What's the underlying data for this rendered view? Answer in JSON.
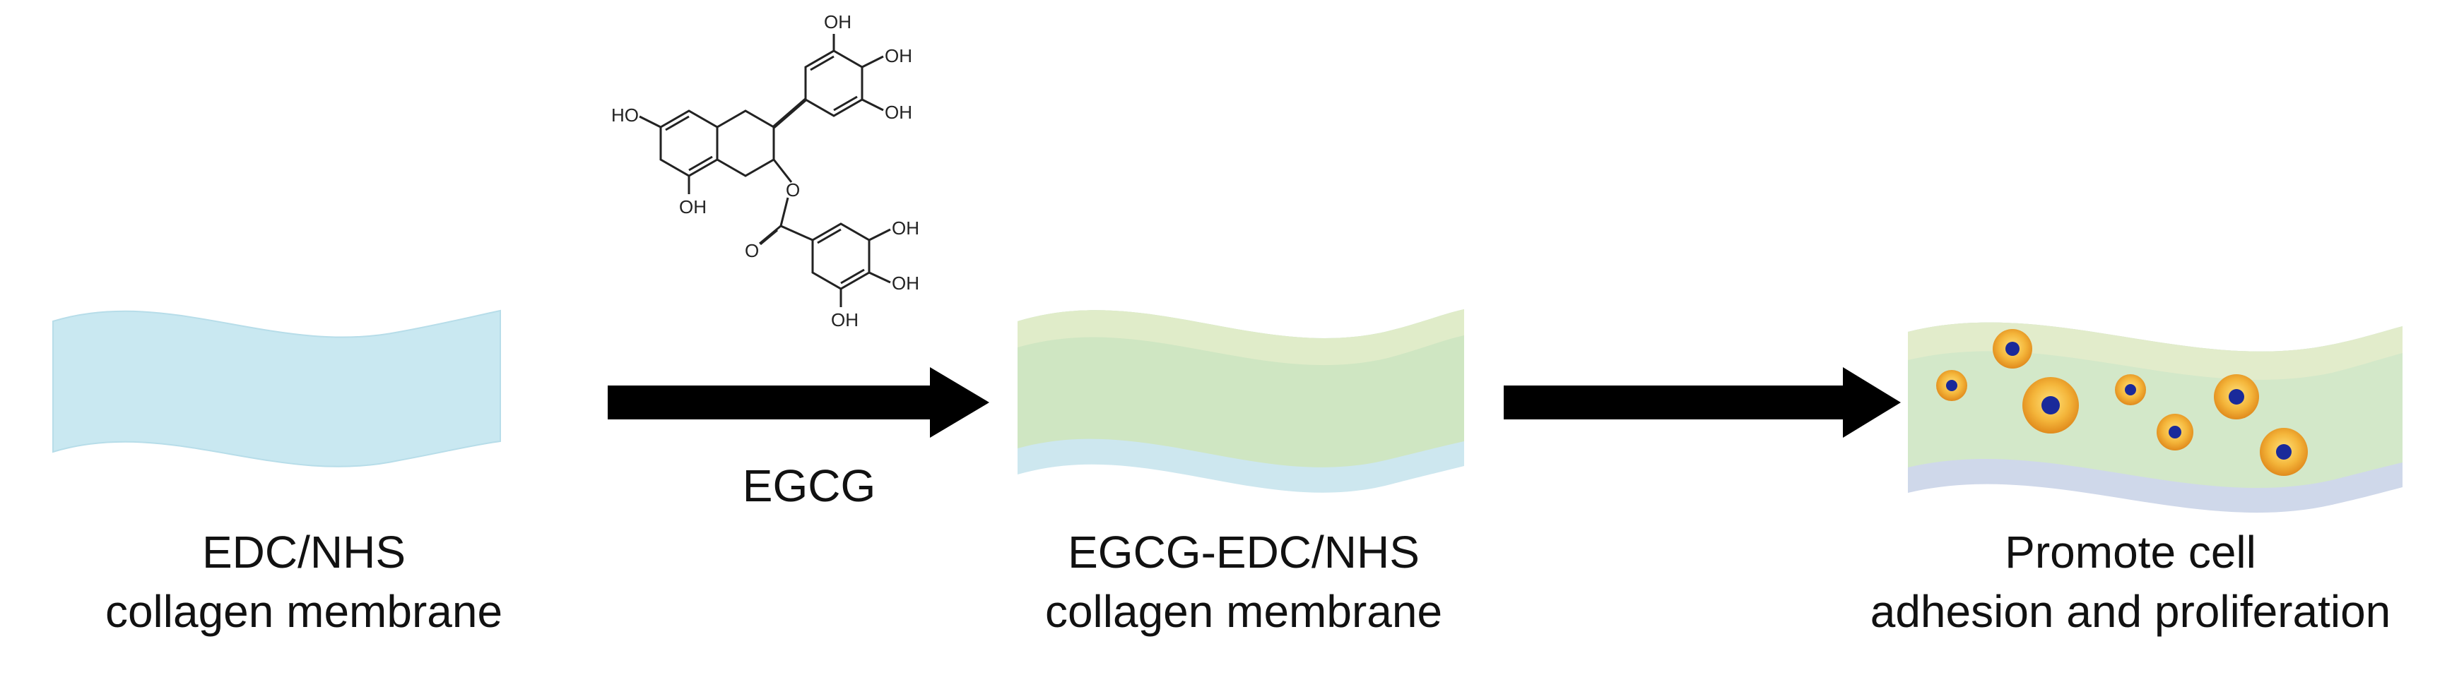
{
  "steps": [
    {
      "line1": "EDC/NHS",
      "line2": "collagen membrane"
    },
    {
      "line1": "EGCG-EDC/NHS",
      "line2": "collagen membrane"
    },
    {
      "line1": "Promote cell",
      "line2": "adhesion and proliferation"
    }
  ],
  "reagent": {
    "label": "EGCG",
    "structure_labels": {
      "oh_top": "OH",
      "oh_right_upper": "OH",
      "oh_right_lower": "OH",
      "ho_left": "HO",
      "oh_bottom_left": "OH",
      "o_ester": "O",
      "o_carbonyl": "O",
      "oh_galloyl_1": "OH",
      "oh_galloyl_2": "OH",
      "oh_galloyl_3": "OH"
    }
  },
  "colors": {
    "plain_membrane": "#c9e8f1",
    "coated_layer": "#cfe6c2",
    "coating_top": "#e0ecc9",
    "base_layer": "#cde7ef",
    "arrow": "#000000",
    "cell_body": "#f2b23a",
    "cell_rim": "#e08a1c",
    "cell_nucleus": "#1a2a9a"
  }
}
